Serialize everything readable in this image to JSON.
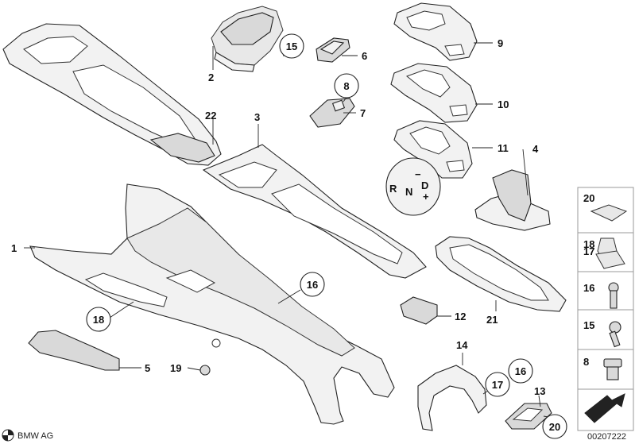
{
  "labels": {
    "l1": "1",
    "l2": "2",
    "l3": "3",
    "l4": "4",
    "l5": "5",
    "l6": "6",
    "l7": "7",
    "l8": "8",
    "l9": "9",
    "l10": "10",
    "l11": "11",
    "l12": "12",
    "l13": "13",
    "l14": "14",
    "l15": "15",
    "l16a": "16",
    "l16b": "16",
    "l17": "17",
    "l18": "18",
    "l19": "19",
    "l20": "20",
    "l21": "21",
    "l22": "22"
  },
  "side_panel": {
    "items": [
      "20",
      "18",
      "17",
      "16",
      "15",
      "8"
    ]
  },
  "shifter": {
    "r": "R",
    "n": "N",
    "d": "D",
    "minus": "−",
    "plus": "+"
  },
  "footer": {
    "brand": "BMW AG",
    "code": "00207222"
  }
}
